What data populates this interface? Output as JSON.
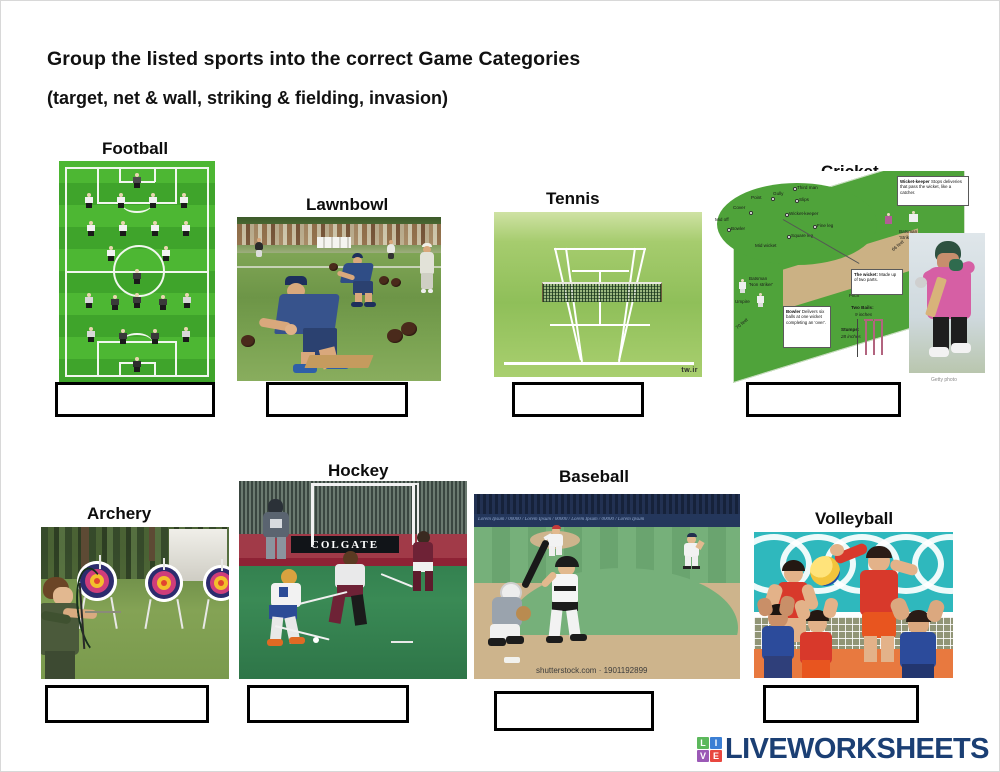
{
  "worksheet": {
    "title_line1": "Group the listed sports into the correct Game Categories",
    "title_line2": "(target, net & wall, striking & fielding, invasion)"
  },
  "sports": [
    {
      "id": "football",
      "label": "Football",
      "answer_value": "",
      "answer_placeholder": ""
    },
    {
      "id": "lawnbowl",
      "label": "Lawnbowl",
      "answer_value": "",
      "answer_placeholder": ""
    },
    {
      "id": "tennis",
      "label": "Tennis",
      "answer_value": "",
      "answer_placeholder": ""
    },
    {
      "id": "cricket",
      "label": "Cricket",
      "answer_value": "",
      "answer_placeholder": ""
    },
    {
      "id": "archery",
      "label": "Archery",
      "answer_value": "",
      "answer_placeholder": ""
    },
    {
      "id": "hockey",
      "label": "Hockey",
      "answer_value": "",
      "answer_placeholder": ""
    },
    {
      "id": "baseball",
      "label": "Baseball",
      "answer_value": "",
      "answer_placeholder": ""
    },
    {
      "id": "volleyball",
      "label": "Volleyball",
      "answer_value": "",
      "answer_placeholder": ""
    }
  ],
  "cricket_diagram": {
    "field_positions": [
      "Third man",
      "Point",
      "Gully",
      "Slips",
      "Cover",
      "Wicket-keeper",
      "Fine leg",
      "Square leg",
      "Mid off",
      "Bowler",
      "Mid wicket"
    ],
    "pitch_label": "Pitch",
    "length_label": "66 feet",
    "width_label": "70 feet",
    "batsman_striker": "Batsman\n'Striker'",
    "batsman_non_striker": "Batsman\n'Non striker'",
    "umpire": "Umpire",
    "callouts": [
      {
        "heading": "Wicket-keeper",
        "body": "Stops deliveries that pass the wicket, like a catcher."
      },
      {
        "heading": "The wicket:",
        "body": "Made up of two parts."
      },
      {
        "heading": "Bowler",
        "body": "Delivers six balls at one wicket completing an 'over'."
      }
    ],
    "measurements": [
      {
        "label": "Two Bails:",
        "value": "9 inches"
      },
      {
        "label": "Stumps:",
        "value": "28 inches"
      }
    ],
    "credit": "Getty photo"
  },
  "baseball_image": {
    "credit": "shutterstock.com · 1901192899"
  },
  "hockey_image": {
    "banner_text": "COLGATE"
  },
  "tennis_image": {
    "corner_mark": "tw.ir"
  },
  "logo": {
    "tiles": [
      {
        "letter": "L",
        "color": "#5cb85c"
      },
      {
        "letter": "I",
        "color": "#3b7fd4"
      },
      {
        "letter": "V",
        "color": "#9b59b6"
      },
      {
        "letter": "E",
        "color": "#e8473f"
      }
    ],
    "wordmark": "LIVEWORKSHEETS",
    "wordmark_color": "#1b3f74"
  }
}
